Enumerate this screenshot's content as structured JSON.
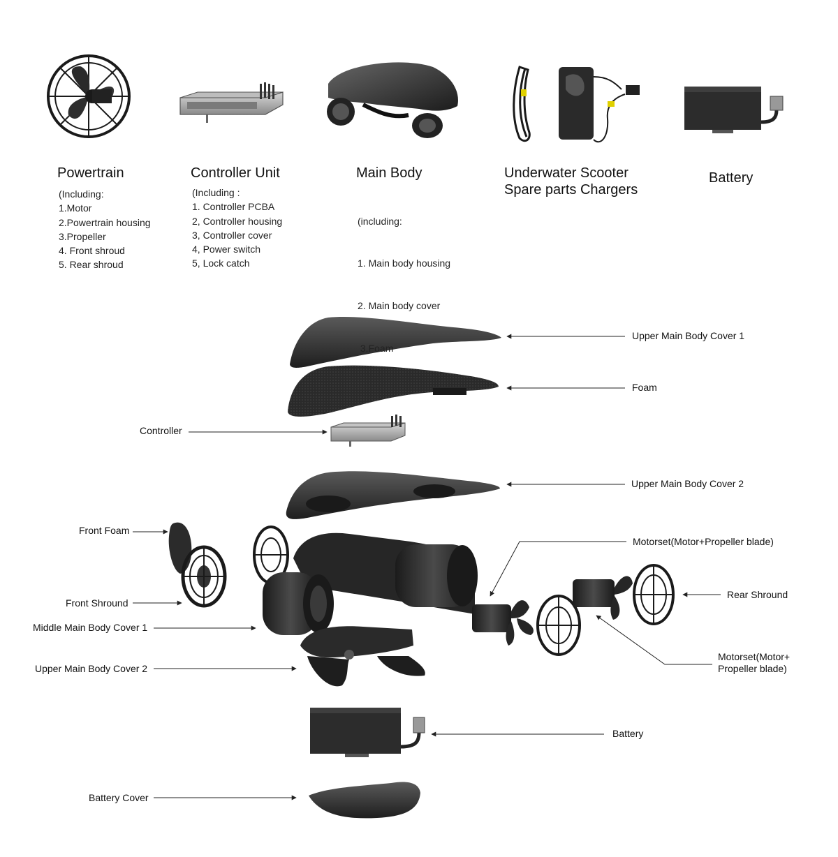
{
  "parts": [
    {
      "id": "powertrain",
      "title": "Powertrain",
      "items": [
        "(Including:",
        "1.Motor",
        "2.Powertrain housing",
        "3.Propeller",
        "4. Front shroud",
        "5. Rear shroud"
      ]
    },
    {
      "id": "controller",
      "title": "Controller Unit",
      "items": [
        "(Including :",
        "1. Controller PCBA",
        "2, Controller housing",
        "3, Controller cover",
        "4, Power switch",
        "5, Lock catch"
      ]
    },
    {
      "id": "mainbody",
      "title": "Main Body",
      "items": [
        "(including:",
        "1. Main body housing",
        "2. Main body cover",
        " 3.Foam"
      ]
    },
    {
      "id": "chargers",
      "title_line1": "Underwater Scooter",
      "title_line2": "Spare parts Chargers"
    },
    {
      "id": "battery",
      "title": "Battery"
    }
  ],
  "callouts": {
    "upper_main_body_cover_1": "Upper Main Body Cover 1",
    "foam": "Foam",
    "controller": "Controller",
    "upper_main_body_cover_2": "Upper Main Body Cover 2",
    "front_foam": "Front Foam",
    "motorset_top": "Motorset(Motor+Propeller blade)",
    "rear_shround": "Rear Shround",
    "front_shround": "Front Shround",
    "middle_main_body_cover_1": "Middle Main Body Cover 1",
    "upper_main_body_cover_2_lower": "Upper Main Body Cover 2",
    "motorset_bottom_line1": "Motorset(Motor+",
    "motorset_bottom_line2": "Propeller blade)",
    "battery": "Battery",
    "battery_cover": "Battery Cover"
  },
  "colors": {
    "part_dark": "#2b2b2b",
    "part_mid": "#4a4a4a",
    "part_light": "#9a9a9a",
    "line": "#222222"
  }
}
